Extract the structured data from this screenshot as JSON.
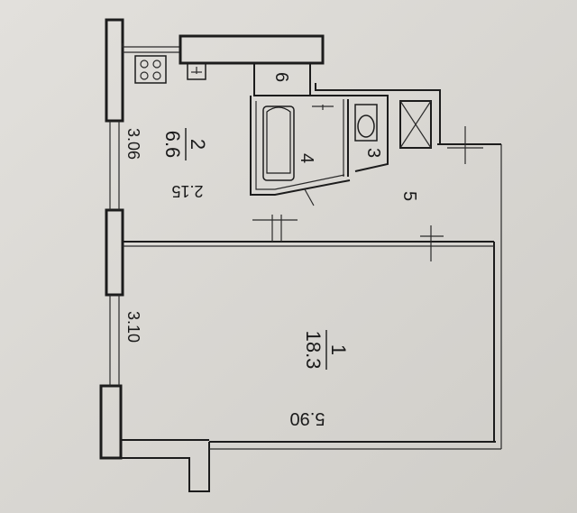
{
  "rooms": [
    {
      "number": "1",
      "area": "18.3"
    },
    {
      "number": "2",
      "area": "6.6"
    },
    {
      "number": "3"
    },
    {
      "number": "4"
    },
    {
      "number": "5"
    },
    {
      "number": "6"
    }
  ],
  "dimensions": {
    "room1_width": "3.10",
    "room1_length": "5.90",
    "room2_width": "3.06",
    "room2_length": "2.15"
  }
}
